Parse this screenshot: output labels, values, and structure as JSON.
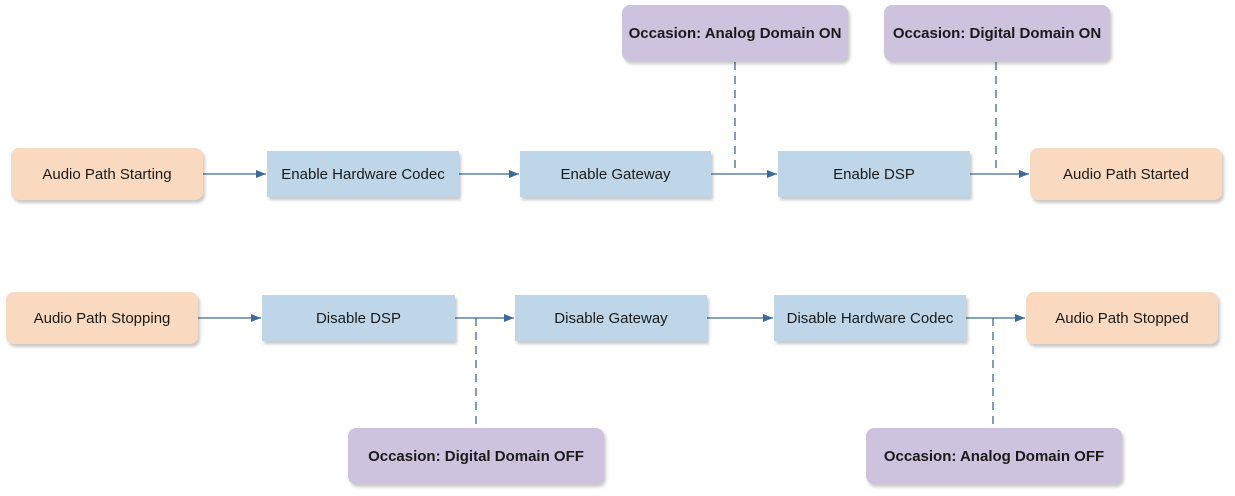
{
  "start_flow": {
    "start_state": "Audio Path Starting",
    "step_codec": "Enable Hardware Codec",
    "step_gateway": "Enable Gateway",
    "step_dsp": "Enable DSP",
    "end_state": "Audio Path Started",
    "event_analog_on": "Occasion: Analog Domain ON",
    "event_digital_on": "Occasion: Digital Domain ON"
  },
  "stop_flow": {
    "start_state": "Audio Path Stopping",
    "step_dsp": "Disable DSP",
    "step_gateway": "Disable Gateway",
    "step_codec": "Disable Hardware Codec",
    "end_state": "Audio Path Stopped",
    "event_digital_off": "Occasion: Digital Domain OFF",
    "event_analog_off": "Occasion: Analog Domain OFF"
  },
  "colors": {
    "state_fill": "#f9d9bf",
    "action_fill": "#bfd6e8",
    "event_fill": "#cdc3de",
    "connector": "#3d6b99"
  }
}
